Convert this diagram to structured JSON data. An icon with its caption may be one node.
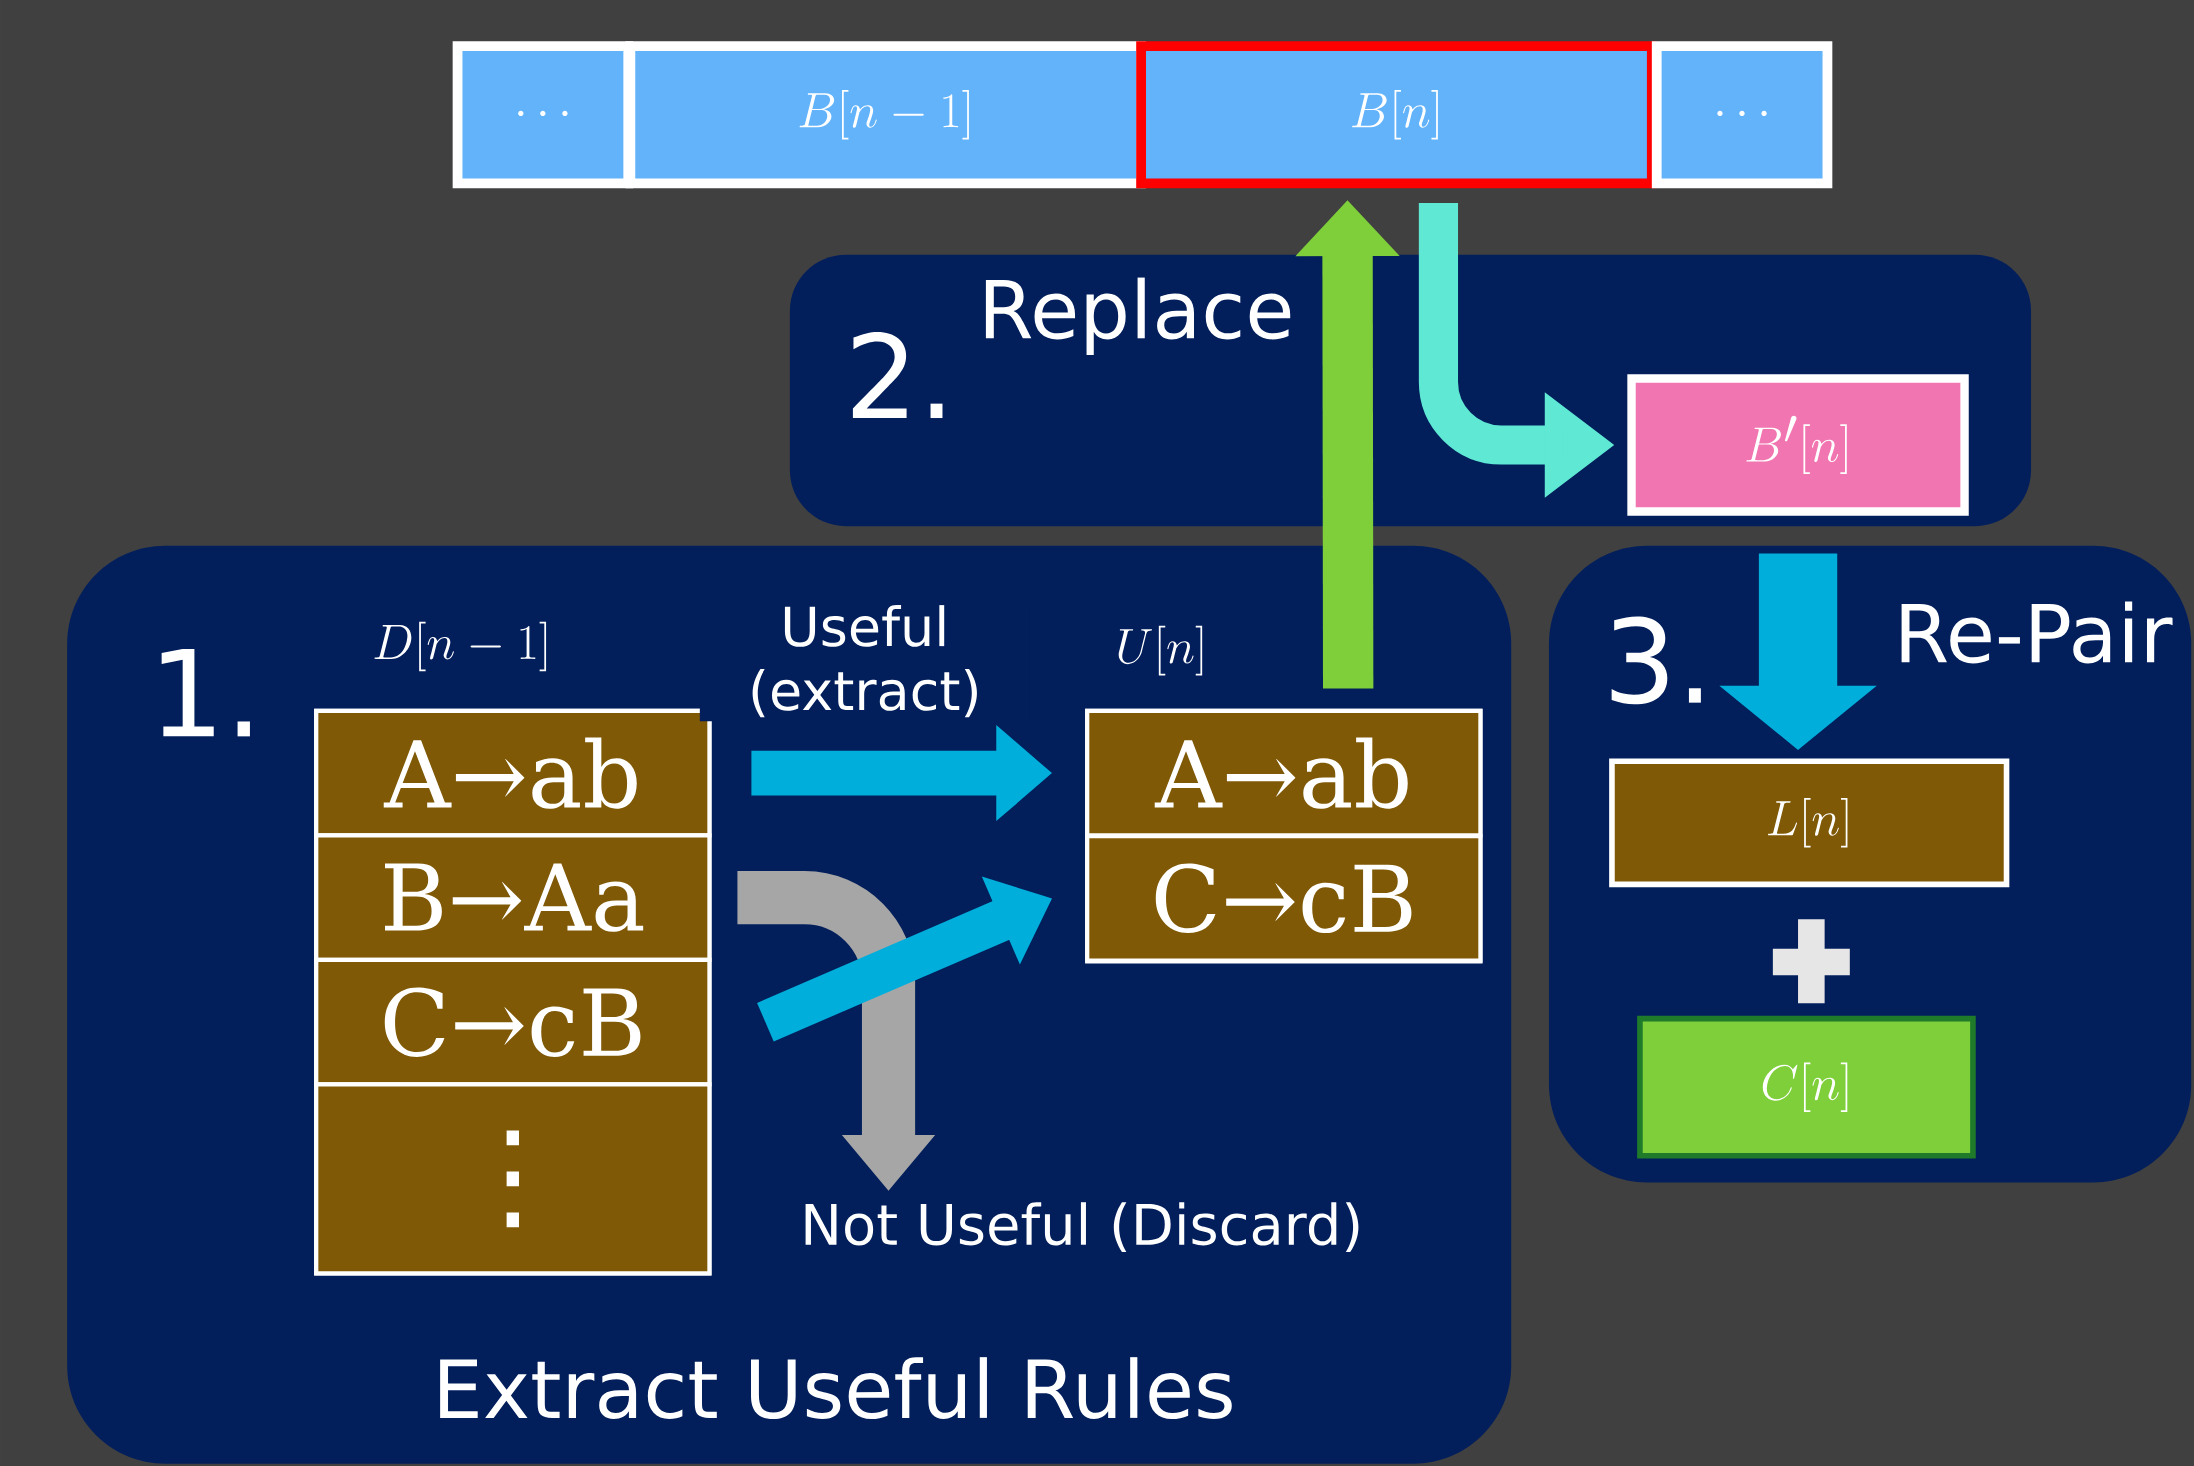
{
  "diagram": {
    "nodes": [
      {
        "text": [
          "\\cdots"
        ]
      },
      {
        "text": [
          "B[n-1]"
        ]
      },
      {
        "text": [
          "B[n]"
        ]
      },
      {
        "text": [
          "\\cdots"
        ]
      },
      {
        "text": [
          "2.",
          "Replace"
        ]
      },
      {
        "text": [
          "B'[n]"
        ],
        "in": 4
      },
      {
        "text": [
          "1.",
          "Extract Useful Rules"
        ]
      },
      {
        "text": [
          "D[n-1]"
        ],
        "in": 6
      },
      {
        "text": [
          "A→ab"
        ],
        "in": 7
      },
      {
        "text": [
          "B→Aa"
        ],
        "in": 7
      },
      {
        "text": [
          "C→cB"
        ],
        "in": 7
      },
      {
        "text": [
          "⋮"
        ],
        "in": 7
      },
      {
        "text": [
          "U[n]"
        ],
        "in": 6
      },
      {
        "text": [
          "A→ab"
        ],
        "in": 12
      },
      {
        "text": [
          "C→cB"
        ],
        "in": 12
      },
      {
        "text": [
          "Not Useful (Discard)"
        ],
        "in": 6
      },
      {
        "text": [
          "3.",
          "Re-Pair"
        ]
      },
      {
        "text": [
          "L[n]"
        ],
        "in": 16
      },
      {
        "text": [
          "C[n]"
        ],
        "in": 16
      }
    ],
    "edges": [
      {
        "from": 8,
        "to": 13,
        "arrow": "to",
        "label": "Useful (extract)",
        "color": "#00aedb"
      },
      {
        "from": 9,
        "to": 15,
        "arrow": "to",
        "color": "#a6a6a6"
      },
      {
        "from": 10,
        "to": 14,
        "arrow": "to",
        "color": "#00aedb"
      },
      {
        "from": 12,
        "to": 2,
        "arrow": "to",
        "color": "#7ecf3a"
      },
      {
        "from": 2,
        "to": 5,
        "arrow": "to",
        "color": "#5fe8d4"
      },
      {
        "from": 5,
        "to": 17,
        "arrow": "to",
        "color": "#00aedb"
      }
    ]
  }
}
